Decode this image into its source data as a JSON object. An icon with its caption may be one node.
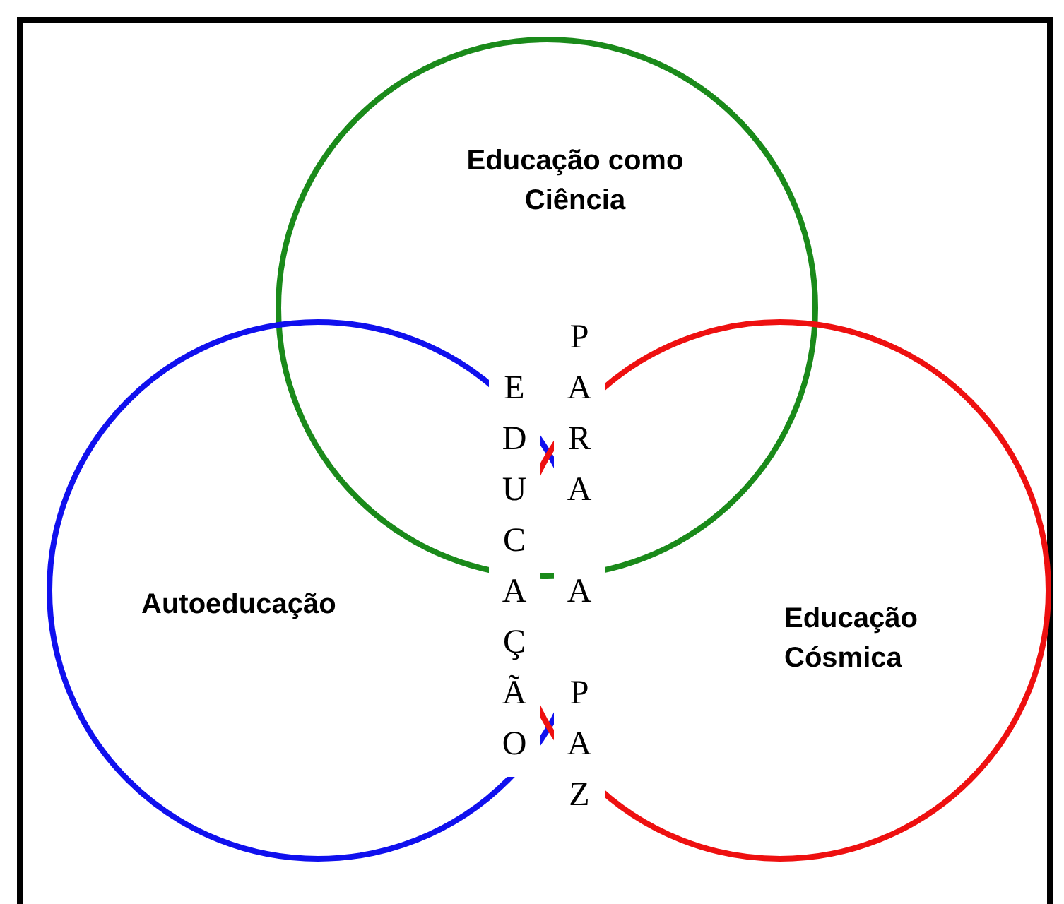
{
  "diagram": {
    "nodes": [
      {
        "text": [
          "Educação como Ciência"
        ]
      },
      {
        "text": [
          "Autoeducação"
        ]
      },
      {
        "text": [
          "Educação Cósmica"
        ]
      }
    ],
    "labels": [
      "EDUCAÇÃO",
      "PARA A PAZ"
    ]
  }
}
